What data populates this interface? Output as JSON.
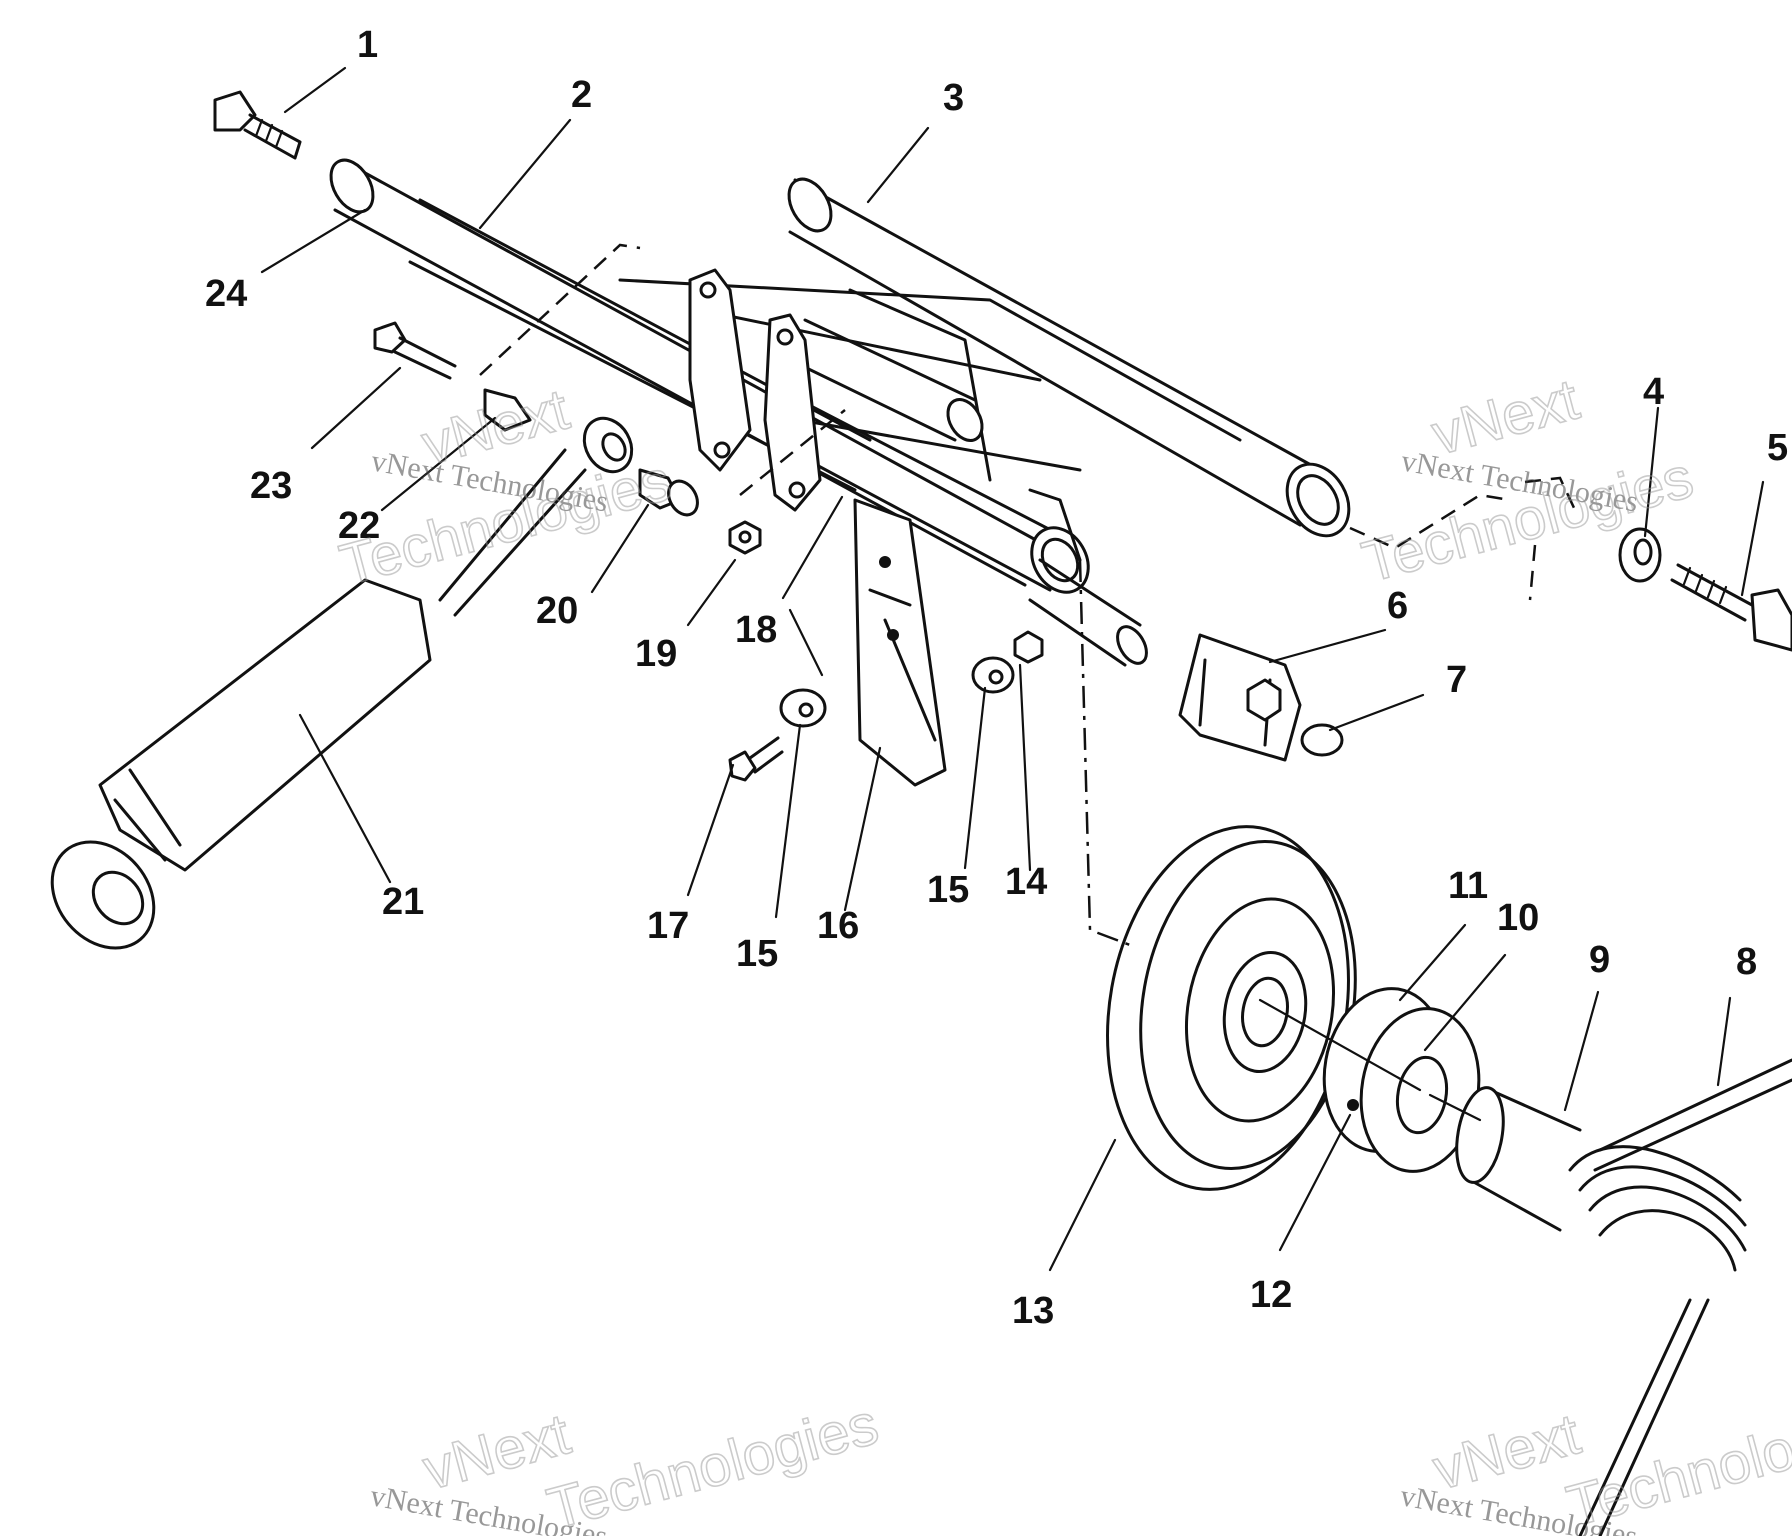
{
  "callouts": [
    "1",
    "2",
    "3",
    "4",
    "5",
    "6",
    "7",
    "8",
    "9",
    "10",
    "11",
    "12",
    "13",
    "14",
    "15",
    "15",
    "16",
    "17",
    "18",
    "19",
    "20",
    "21",
    "22",
    "23",
    "24"
  ],
  "watermarks": {
    "line1": "vNext Technologies",
    "big_top": "vNext",
    "big_bottom": "Technologies"
  }
}
